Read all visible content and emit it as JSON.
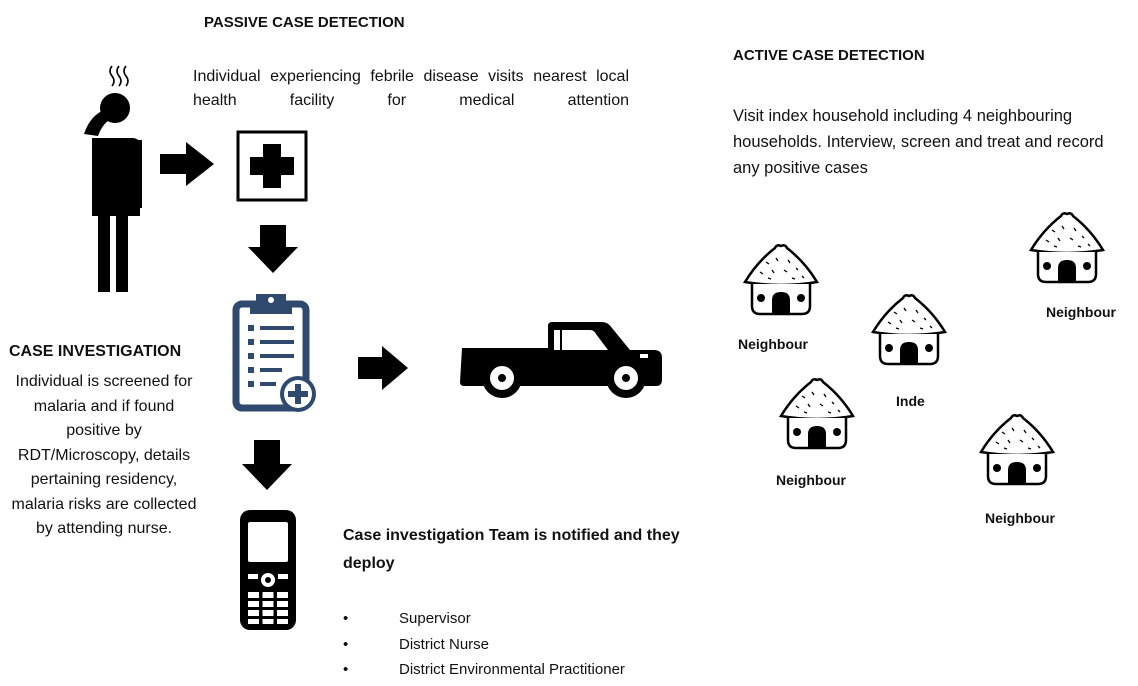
{
  "passive": {
    "heading": "PASSIVE CASE DETECTION",
    "description": "Individual experiencing febrile disease visits nearest local health facility for medical attention"
  },
  "active": {
    "heading": "ACTIVE CASE DETECTION",
    "description": "Visit index household including 4 neighbouring households. Interview, screen and treat and record any positive cases"
  },
  "investigation": {
    "heading": "CASE INVESTIGATION",
    "description": "Individual is screened for malaria and if found positive by RDT/Microscopy, details pertaining residency, malaria risks are collected by attending nurse."
  },
  "team": {
    "title": "Case investigation Team is notified and they deploy",
    "members": [
      "Supervisor",
      "District Nurse",
      "District Environmental Practitioner"
    ],
    "bullet": "•"
  },
  "households": {
    "neighbour_label": "Neighbour",
    "index_label": "Inde"
  },
  "icons": {
    "person": "person-headache-icon",
    "clinic": "health-facility-cross-icon",
    "clipboard": "clipboard-add-icon",
    "truck": "pickup-truck-icon",
    "phone": "mobile-phone-icon",
    "hut": "thatched-hut-icon",
    "arrow": "arrow-icon"
  }
}
